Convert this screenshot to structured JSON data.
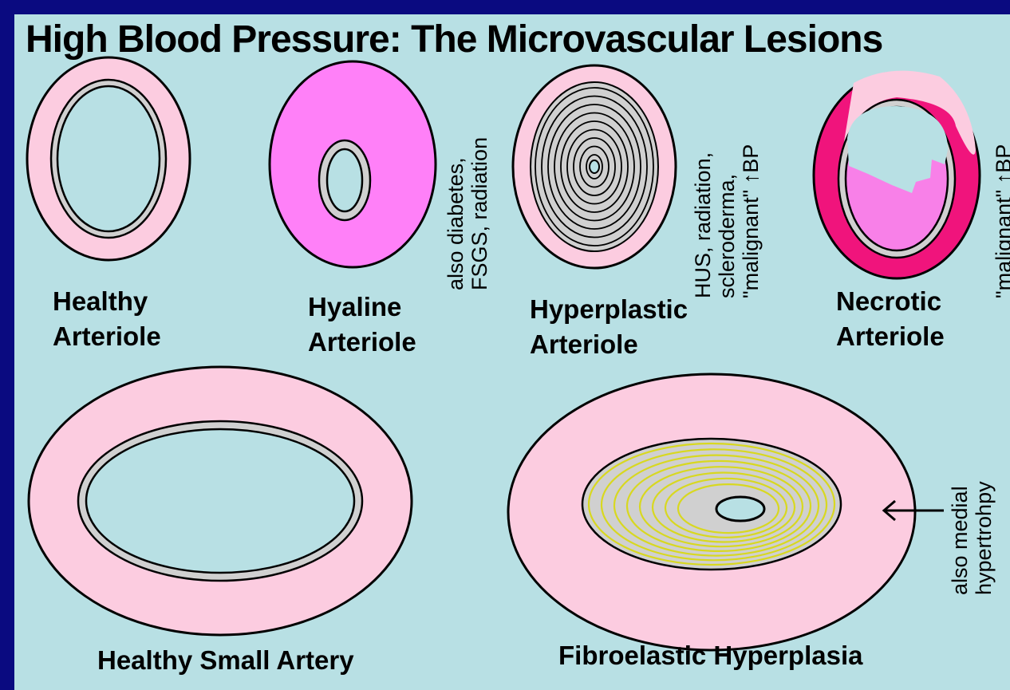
{
  "title": "High Blood Pressure: The Microvascular Lesions",
  "colors": {
    "frame": "#0a0a80",
    "background": "#b8e0e4",
    "wall_pink": "#fccce0",
    "hyaline": "#ff80f8",
    "necrotic": "#f0147c",
    "necrotic_light": "#f880e8",
    "elastic_lamina": "#d0d0d0",
    "fibroelastic_lines": "#d8d820"
  },
  "labels": {
    "healthy_arteriole": [
      "Healthy",
      "Arteriole"
    ],
    "hyaline_arteriole": [
      "Hyaline",
      "Arteriole"
    ],
    "hyperplastic_arteriole": [
      "Hyperplastic",
      "Arteriole"
    ],
    "necrotic_arteriole": [
      "Necrotic",
      "Arteriole"
    ],
    "healthy_small_artery": "Healthy Small Artery",
    "fibroelastic_hyperplasia": "Fibroelastic Hyperplasia"
  },
  "notes": {
    "hyaline": [
      "also diabetes,",
      "FSGS, radiation"
    ],
    "hyperplastic": [
      "HUS, radiation,",
      "scleroderma,",
      "\"malignant\" ↑BP"
    ],
    "necrotic": "\"malignant\" ↑BP",
    "fibroelastic": [
      "also medial",
      "hypertrohpy"
    ]
  }
}
